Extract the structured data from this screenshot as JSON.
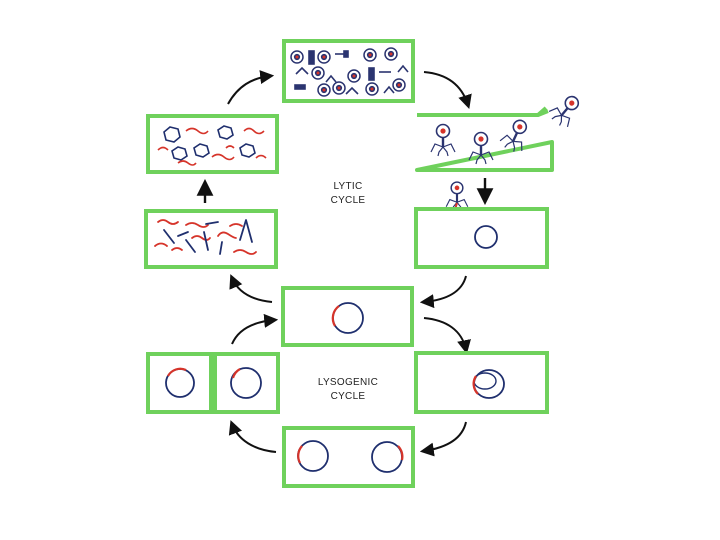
{
  "labels": {
    "lytic_line1": "LYTIC",
    "lytic_line2": "CYCLE",
    "lysogenic_line1": "LYSOGENIC",
    "lysogenic_line2": "CYCLE"
  },
  "colors": {
    "cell_border": "#6fd15c",
    "cell_fill": "#ffffff",
    "viral_dna": "#d6342a",
    "host_dna": "#1f2f6e",
    "arrow": "#111111",
    "phage": "#2b3470"
  },
  "icons": [
    "phage-icon",
    "circular-dna-icon",
    "curved-arrow-icon",
    "straight-arrow-icon"
  ]
}
